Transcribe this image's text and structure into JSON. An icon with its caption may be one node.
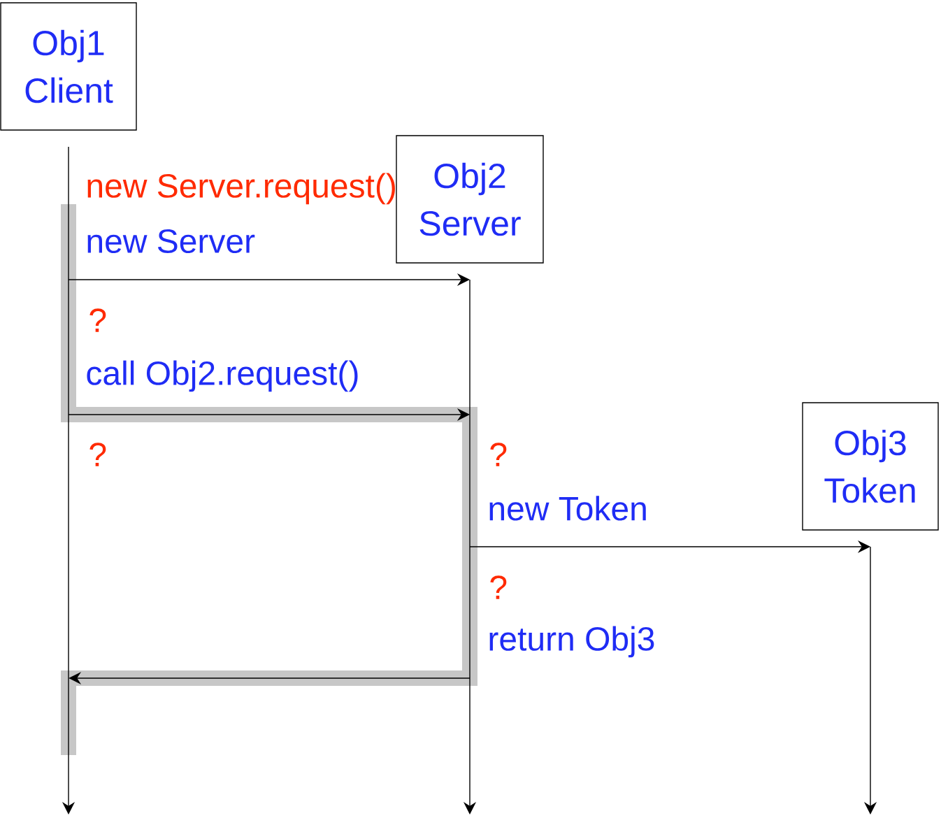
{
  "diagram": {
    "nodes": [
      {
        "text": [
          "Obj1",
          "Client"
        ]
      },
      {
        "text": [
          "Obj2",
          "Server"
        ]
      },
      {
        "text": [
          "Obj3",
          "Token"
        ]
      }
    ],
    "edges": [
      {
        "from": 0,
        "to": 1,
        "arrow": "to",
        "label": "new Server"
      },
      {
        "from": 0,
        "to": 1,
        "arrow": "to",
        "label": "call Obj2.request()"
      },
      {
        "from": 1,
        "to": 2,
        "arrow": "to",
        "label": "new Token"
      },
      {
        "from": 1,
        "to": 0,
        "arrow": "to",
        "label": "return Obj3"
      }
    ],
    "labels": [
      "new Server.request()",
      "?",
      "?",
      "?",
      "?"
    ]
  }
}
